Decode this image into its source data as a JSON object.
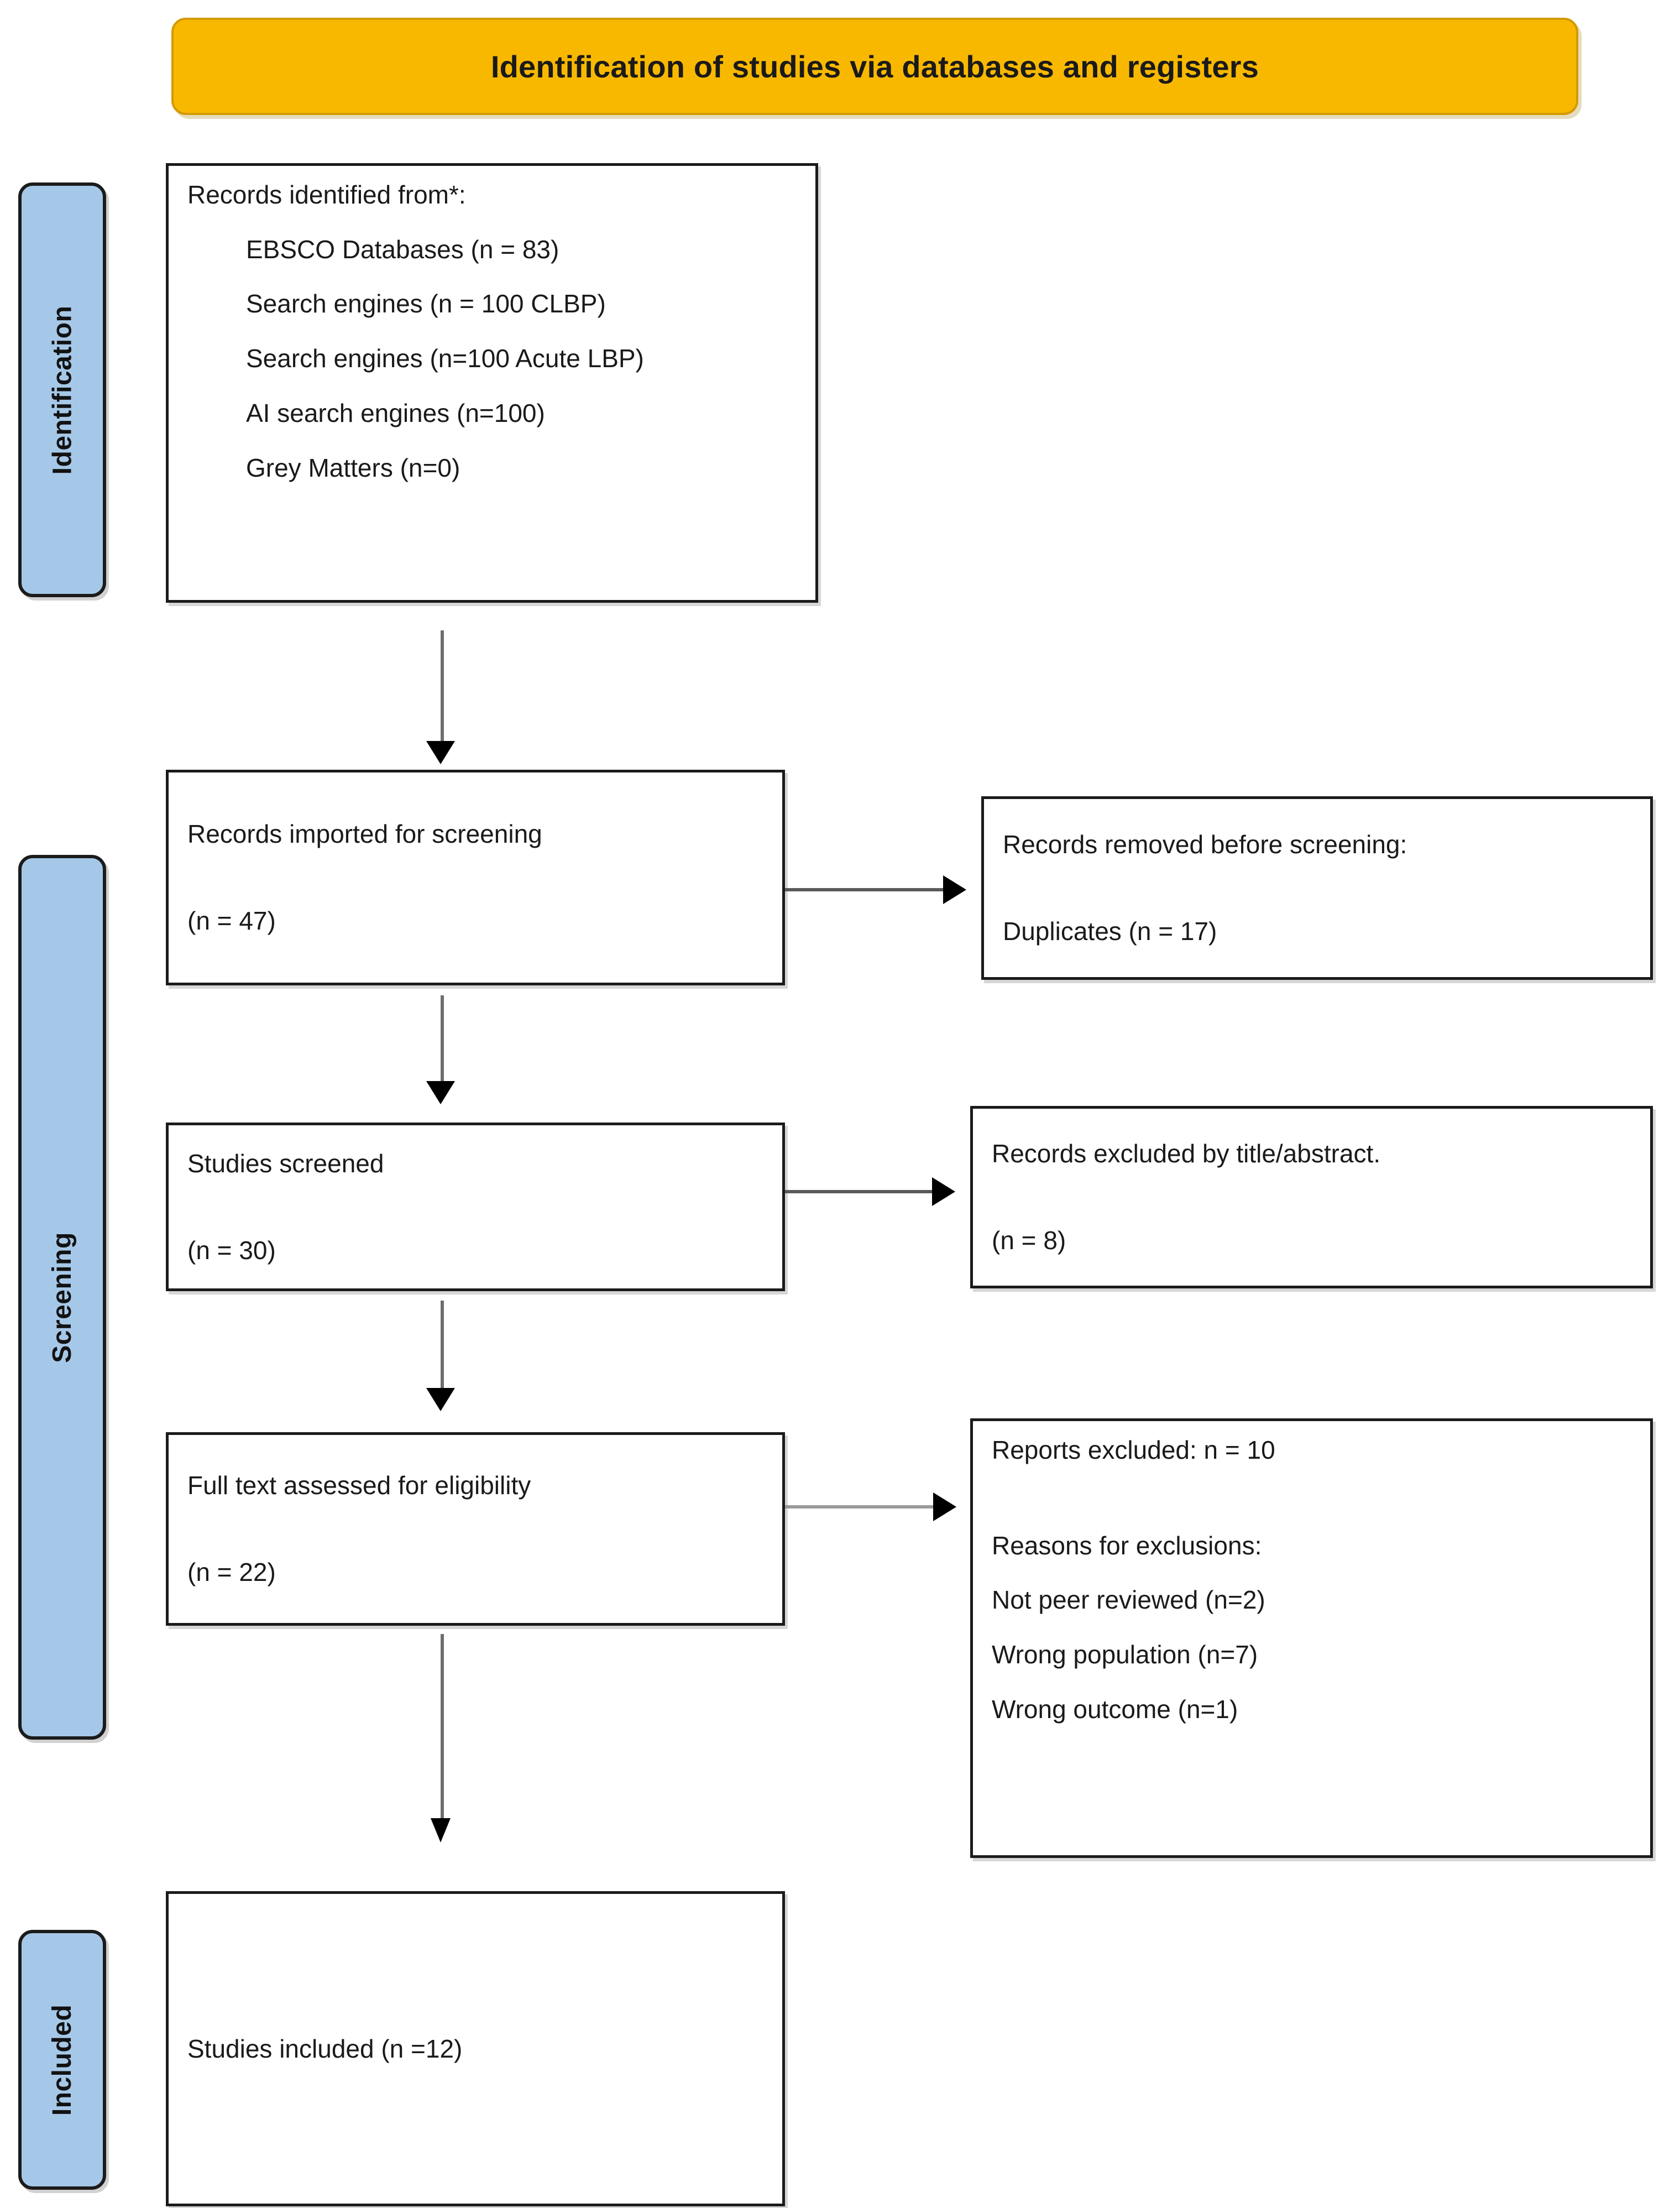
{
  "title": {
    "text": "Identification of studies via databases and registers",
    "background_color": "#F9B800"
  },
  "stages": [
    {
      "key": "identification",
      "label": "Identification",
      "color": "#A6C8E8"
    },
    {
      "key": "screening",
      "label": "Screening",
      "color": "#A6C8E8"
    },
    {
      "key": "included",
      "label": "Included",
      "color": "#A6C8E8"
    }
  ],
  "boxes": {
    "identified": {
      "heading": "Records identified from*:",
      "sources": [
        "EBSCO Databases (n = 83)",
        "Search engines (n = 100 CLBP)",
        "Search engines (n=100 Acute LBP)",
        "AI search engines (n=100)",
        "Grey Matters (n=0)"
      ]
    },
    "imported": {
      "line1": "Records imported for screening",
      "line2": "(n = 47)"
    },
    "removed_before_screening": {
      "line1_prefix": "Records removed ",
      "line1_italic": "before screening",
      "line1_suffix": ":",
      "line2": "Duplicates (n = 17)"
    },
    "screened": {
      "line1": "Studies screened",
      "line2": "(n = 30)"
    },
    "excluded_title_abstract": {
      "line1": "Records excluded by title/abstract.",
      "line2": "(n = 8)"
    },
    "fulltext": {
      "line1": "Full text assessed for eligibility",
      "line2": "(n = 22)"
    },
    "reports_excluded": {
      "line1": "Reports excluded: n = 10",
      "line2": "Reasons for exclusions:",
      "reasons": [
        "Not peer reviewed (n=2)",
        "Wrong population (n=7)",
        "Wrong outcome (n=1)"
      ]
    },
    "included": {
      "line1": "Studies included (n =12)"
    }
  }
}
